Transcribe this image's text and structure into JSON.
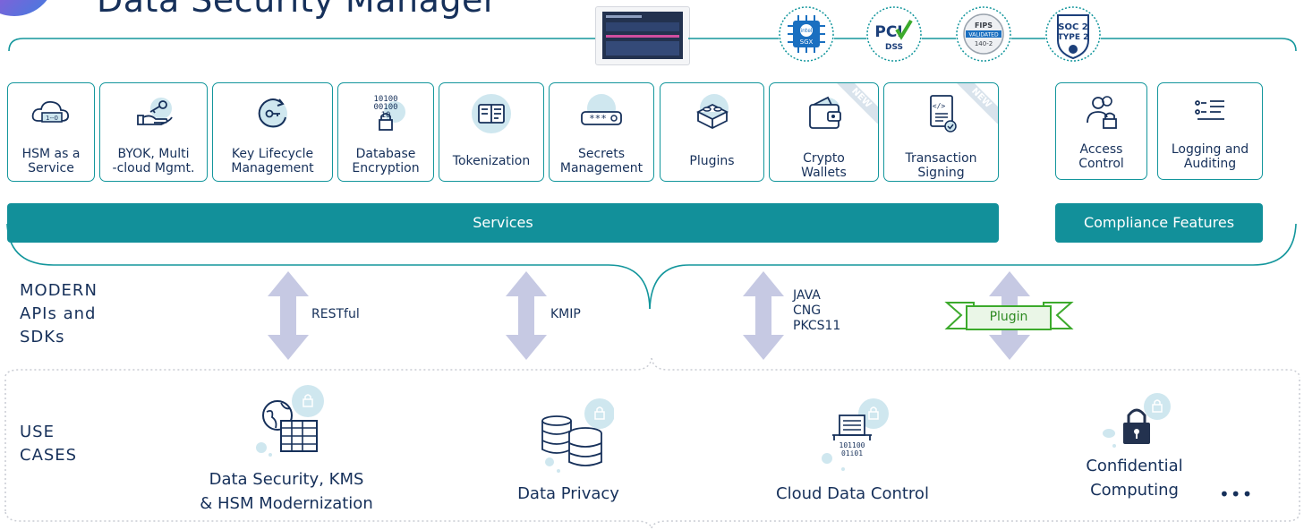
{
  "header": {
    "title": "Data Security Manager"
  },
  "services": [
    {
      "label": "HSM as a\nService",
      "icon": "cloud-hsm-icon"
    },
    {
      "label": "BYOK, Multi\n-cloud Mgmt.",
      "icon": "hand-key-icon"
    },
    {
      "label": "Key Lifecycle\nManagement",
      "icon": "key-cycle-icon"
    },
    {
      "label": "Database\nEncryption",
      "icon": "binary-lock-icon"
    },
    {
      "label": "Tokenization",
      "icon": "token-card-icon"
    },
    {
      "label": "Secrets\nManagement",
      "icon": "password-icon"
    },
    {
      "label": "Plugins",
      "icon": "lego-brick-icon"
    },
    {
      "label": "Crypto\nWallets",
      "icon": "wallet-icon",
      "badge": "NEW"
    },
    {
      "label": "Transaction\nSigning",
      "icon": "code-document-icon",
      "badge": "NEW"
    }
  ],
  "compliance": [
    {
      "label": "Access\nControl",
      "icon": "user-lock-icon"
    },
    {
      "label": "Logging and\nAuditing",
      "icon": "log-list-icon"
    }
  ],
  "bars": {
    "services": "Services",
    "compliance": "Compliance Features"
  },
  "apis": {
    "heading": "MODERN\nAPIs and\nSDKs",
    "arrows": [
      {
        "label": "RESTful"
      },
      {
        "label": "KMIP"
      },
      {
        "label": "JAVA\nCNG\nPKCS11"
      },
      {
        "label": "Plugin"
      }
    ]
  },
  "use_cases": {
    "heading": "USE\nCASES",
    "items": [
      {
        "label": "Data Security, KMS\n& HSM Modernization",
        "icon": "globe-server-lock-icon"
      },
      {
        "label": "Data Privacy",
        "icon": "database-lock-icon"
      },
      {
        "label": "Cloud Data Control",
        "icon": "cloud-document-lock-icon"
      },
      {
        "label": "Confidential\nComputing",
        "icon": "padlock-icon"
      }
    ],
    "more": "•••"
  },
  "certifications": [
    {
      "name": "intel-sgx-badge",
      "line1": "intel",
      "line2": "SGX"
    },
    {
      "name": "pci-dss-badge",
      "line1": "PCI",
      "line2": "DSS"
    },
    {
      "name": "fips-badge",
      "line1": "FIPS",
      "line2": "VALIDATED",
      "line3": "140-2"
    },
    {
      "name": "soc2-badge",
      "line1": "SOC 2",
      "line2": "TYPE 2"
    }
  ],
  "colors": {
    "teal": "#12909a",
    "navy": "#16305a",
    "arrow": "#c6c9e3",
    "green": "#3caa2c"
  }
}
